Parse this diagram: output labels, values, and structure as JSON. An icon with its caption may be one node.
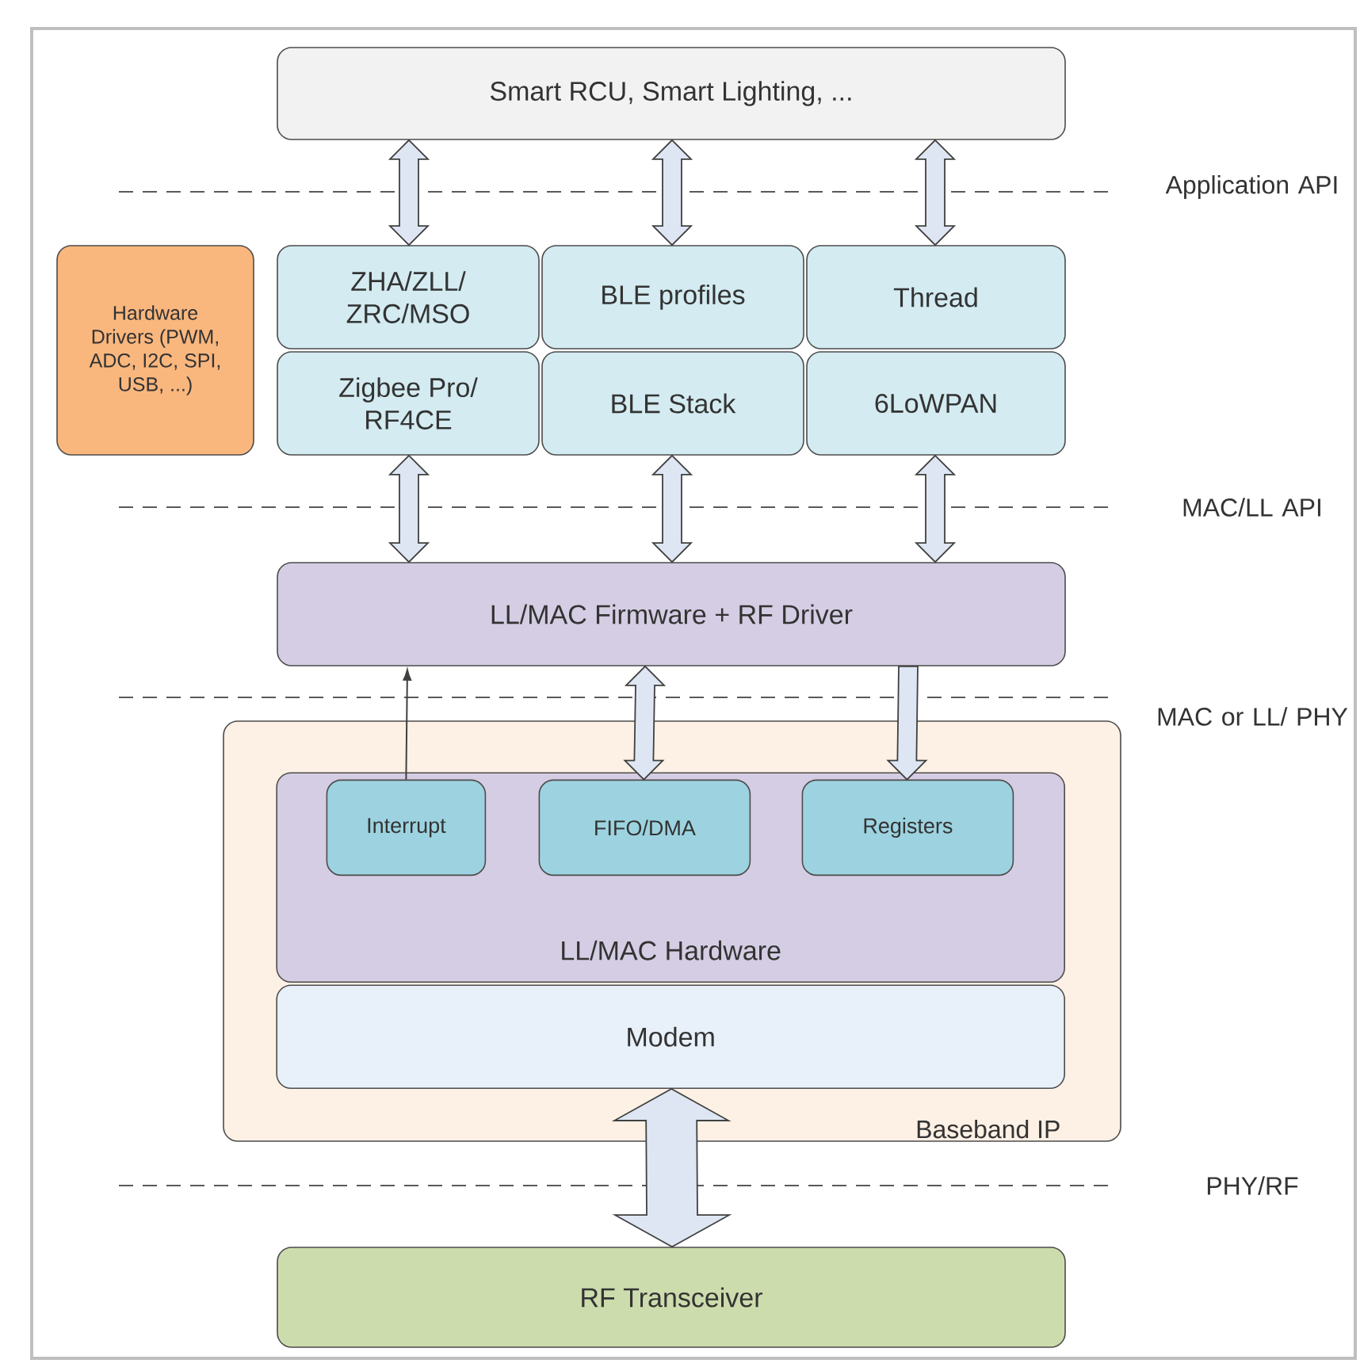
{
  "diagram": {
    "nodes": [
      {
        "text": [
          "Smart RCU, Smart Lighting, ..."
        ]
      },
      {
        "text": [
          "Hardware Drivers (PWM, ADC, I2C, SPI, USB, ...)"
        ]
      },
      {
        "text": [
          "ZHA/ZLL/ ZRC/MSO"
        ]
      },
      {
        "text": [
          "BLE profiles"
        ]
      },
      {
        "text": [
          "Thread"
        ]
      },
      {
        "text": [
          "Zigbee Pro/ RF4CE"
        ]
      },
      {
        "text": [
          "BLE Stack"
        ]
      },
      {
        "text": [
          "6LoWPAN"
        ]
      },
      {
        "text": [
          "LL/MAC Firmware + RF Driver"
        ]
      },
      {
        "text": [
          "Baseband IP"
        ]
      },
      {
        "text": [
          "LL/MAC Hardware"
        ],
        "in": 9
      },
      {
        "text": [
          "Interrupt"
        ],
        "in": 10
      },
      {
        "text": [
          "FIFO/DMA"
        ],
        "in": 10
      },
      {
        "text": [
          "Registers"
        ],
        "in": 10
      },
      {
        "text": [
          "Modem"
        ],
        "in": 9
      },
      {
        "text": [
          "RF Transceiver"
        ]
      }
    ],
    "edges": [
      {
        "from": 0,
        "to": 2,
        "arrow": "both",
        "style": "thick"
      },
      {
        "from": 0,
        "to": 3,
        "arrow": "both",
        "style": "thick"
      },
      {
        "from": 0,
        "to": 4,
        "arrow": "both",
        "style": "thick"
      },
      {
        "from": 5,
        "to": 8,
        "arrow": "both",
        "style": "thick"
      },
      {
        "from": 6,
        "to": 8,
        "arrow": "both",
        "style": "thick"
      },
      {
        "from": 7,
        "to": 8,
        "arrow": "both",
        "style": "thick"
      },
      {
        "from": 11,
        "to": 8,
        "arrow": "to"
      },
      {
        "from": 12,
        "to": 8,
        "arrow": "both",
        "style": "thick"
      },
      {
        "from": 8,
        "to": 13,
        "arrow": "to",
        "style": "thick"
      },
      {
        "from": 14,
        "to": 15,
        "arrow": "both",
        "style": "thick"
      }
    ],
    "labels": [
      "Application API",
      "MAC/LL API",
      "MAC or LL/ PHY",
      "PHY/RF"
    ]
  }
}
